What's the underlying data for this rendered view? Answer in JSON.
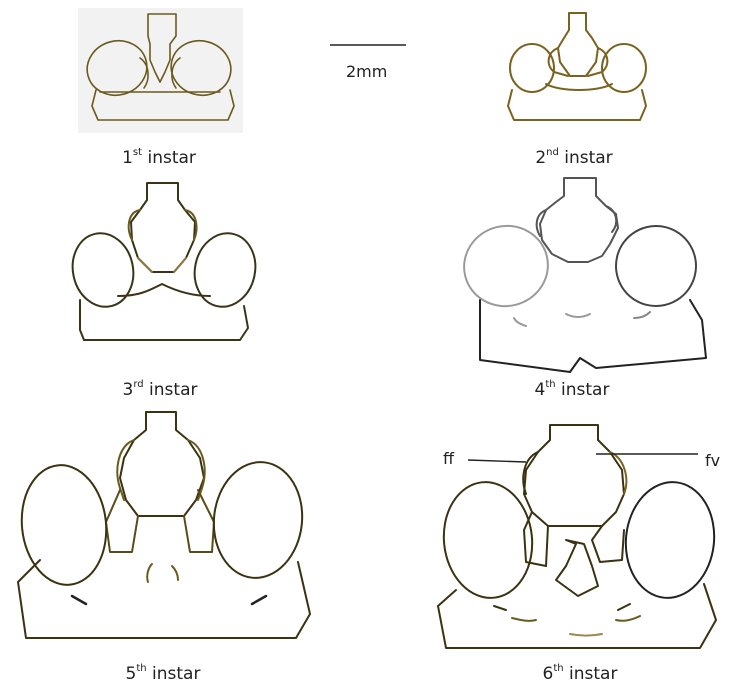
{
  "scale_bar": {
    "label": "2mm"
  },
  "instars": [
    {
      "num": "1",
      "suffix": "st",
      "word": "instar"
    },
    {
      "num": "2",
      "suffix": "nd",
      "word": "instar"
    },
    {
      "num": "3",
      "suffix": "rd",
      "word": "instar"
    },
    {
      "num": "4",
      "suffix": "th",
      "word": "instar"
    },
    {
      "num": "5",
      "suffix": "th",
      "word": "instar"
    },
    {
      "num": "6",
      "suffix": "th",
      "word": "instar"
    }
  ],
  "annotations": {
    "left": "ff",
    "right": "fv"
  },
  "colors": {
    "ink_olive": "#6b5a1e",
    "ink_dark": "#2a2a2a",
    "ink_grey": "#7a7a7a",
    "panel1_bg": "#f2f2f2"
  }
}
